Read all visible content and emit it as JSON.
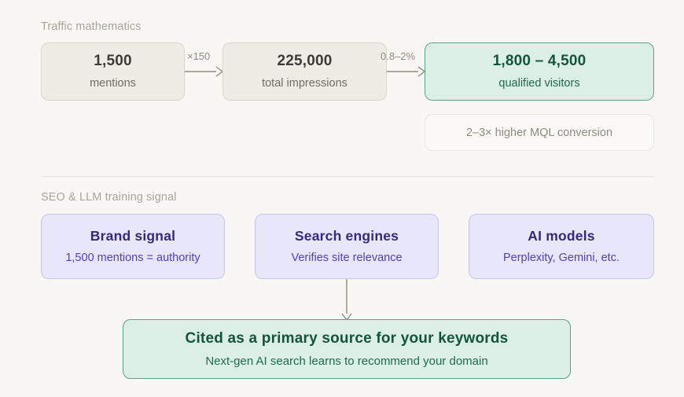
{
  "sections": {
    "traffic": {
      "label": "Traffic mathematics",
      "boxes": [
        {
          "value": "1,500",
          "caption": "mentions"
        },
        {
          "value": "225,000",
          "caption": "total impressions"
        },
        {
          "value": "1,800 – 4,500",
          "caption": "qualified visitors"
        }
      ],
      "arrows": [
        {
          "label": "×150"
        },
        {
          "label": "0.8–2%"
        }
      ],
      "note": "2–3× higher MQL conversion"
    },
    "seo": {
      "label": "SEO & LLM training signal",
      "boxes": [
        {
          "title": "Brand signal",
          "caption": "1,500 mentions = authority"
        },
        {
          "title": "Search engines",
          "caption": "Verifies site relevance"
        },
        {
          "title": "AI models",
          "caption": "Perplexity, Gemini, etc."
        }
      ],
      "outcome": {
        "title": "Cited as a primary source for your keywords",
        "caption": "Next-gen AI search learns to recommend your domain"
      }
    }
  },
  "colors": {
    "background": "#f8f7f4",
    "beige_fill": "#efece6",
    "beige_border": "#d8d4cb",
    "green_fill": "#dcefe6",
    "green_border": "#59a387",
    "green_text": "#13553c",
    "purple_fill": "#e8e6fa",
    "purple_border": "#c8c4f0",
    "purple_text": "#332a80",
    "muted_text": "#8e8a82",
    "divider": "#e6e3dc"
  }
}
